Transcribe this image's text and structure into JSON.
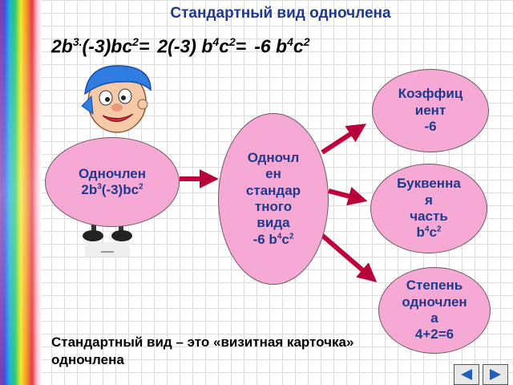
{
  "title": "Стандартный вид одночлена",
  "formula": {
    "part1": "2b",
    "exp1": "3.",
    "part2": "(-3)bc",
    "exp2": "2",
    "eq1": "=",
    "part3": "2(-3) b",
    "exp3": "4",
    "part4": "c",
    "exp4": "2",
    "eq2": "=",
    "part5": "-6 b",
    "exp5": "4",
    "part6": "c",
    "exp6": "2"
  },
  "monomial": {
    "label": "Одночлен",
    "expr_base1": "2b",
    "expr_exp1": "3",
    "expr_base2": "(-3)bc",
    "expr_exp2": "2"
  },
  "standard": {
    "line1": "Одночл",
    "line2": "ен",
    "line3": "стандар",
    "line4": "тного",
    "line5": "вида",
    "expr_base1": "-6 b",
    "expr_exp1": "4",
    "expr_base2": "c",
    "expr_exp2": "2"
  },
  "coefficient": {
    "line1": "Коэффиц",
    "line2": "иент",
    "value": "-6"
  },
  "literal": {
    "line1": "Буквенна",
    "line2": "я",
    "line3": "часть",
    "expr_base1": "b",
    "expr_exp1": "4",
    "expr_base2": "c",
    "expr_exp2": "2"
  },
  "degree": {
    "line1": "Степень",
    "line2": "одночлен",
    "line3": "а",
    "value": "4+2=6"
  },
  "caption": "Стандартный вид – это «визитная карточка» одночлена",
  "colors": {
    "ellipse_fill": "#f7a9d6",
    "arrow": "#c0003a",
    "title": "#1f3a8a"
  },
  "icons": {
    "prev": "triangle-left-icon",
    "next": "triangle-right-icon"
  }
}
